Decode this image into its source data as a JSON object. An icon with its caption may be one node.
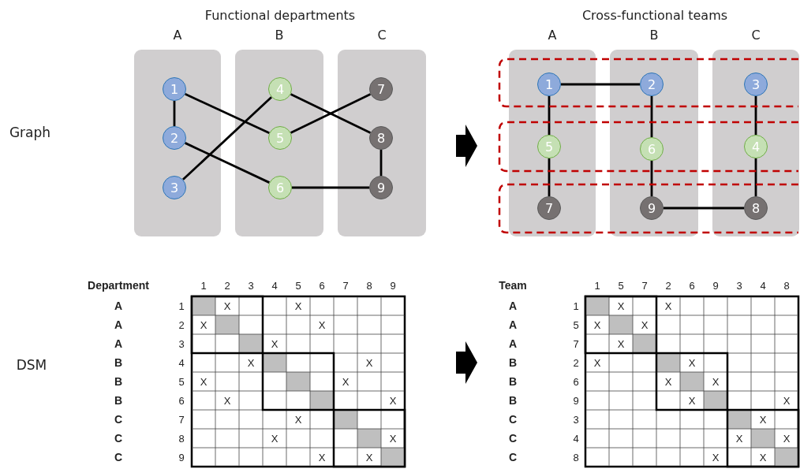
{
  "diagram": {
    "nodes": [
      {
        "text": [
          "A"
        ]
      },
      {
        "text": [
          "1"
        ],
        "in": 0
      },
      {
        "text": [
          "2"
        ],
        "in": 0
      },
      {
        "text": [
          "3"
        ],
        "in": 0
      },
      {
        "text": [
          "B"
        ]
      },
      {
        "text": [
          "4"
        ],
        "in": 4
      },
      {
        "text": [
          "5"
        ],
        "in": 4
      },
      {
        "text": [
          "6"
        ],
        "in": 4
      },
      {
        "text": [
          "C"
        ]
      },
      {
        "text": [
          "7"
        ],
        "in": 8
      },
      {
        "text": [
          "8"
        ],
        "in": 8
      },
      {
        "text": [
          "9"
        ],
        "in": 8
      },
      {
        "text": [
          "A"
        ]
      },
      {
        "text": [
          "1"
        ],
        "in": 12
      },
      {
        "text": [
          "5"
        ],
        "in": 12
      },
      {
        "text": [
          "7"
        ],
        "in": 12
      },
      {
        "text": [
          "B"
        ]
      },
      {
        "text": [
          "2"
        ],
        "in": 16
      },
      {
        "text": [
          "6"
        ],
        "in": 16
      },
      {
        "text": [
          "9"
        ],
        "in": 16
      },
      {
        "text": [
          "C"
        ]
      },
      {
        "text": [
          "3"
        ],
        "in": 20
      },
      {
        "text": [
          "4"
        ],
        "in": 20
      },
      {
        "text": [
          "8"
        ],
        "in": 20
      }
    ],
    "edges": [
      {
        "from": 1,
        "to": 2,
        "arrow": "none"
      },
      {
        "from": 1,
        "to": 6,
        "arrow": "none"
      },
      {
        "from": 2,
        "to": 7,
        "arrow": "none"
      },
      {
        "from": 3,
        "to": 5,
        "arrow": "none"
      },
      {
        "from": 5,
        "to": 10,
        "arrow": "none"
      },
      {
        "from": 6,
        "to": 9,
        "arrow": "none"
      },
      {
        "from": 7,
        "to": 11,
        "arrow": "none"
      },
      {
        "from": 10,
        "to": 11,
        "arrow": "none"
      },
      {
        "from": 13,
        "to": 17,
        "arrow": "none"
      },
      {
        "from": 13,
        "to": 14,
        "arrow": "none"
      },
      {
        "from": 14,
        "to": 15,
        "arrow": "none"
      },
      {
        "from": 17,
        "to": 18,
        "arrow": "none"
      },
      {
        "from": 18,
        "to": 19,
        "arrow": "none"
      },
      {
        "from": 19,
        "to": 23,
        "arrow": "none"
      },
      {
        "from": 21,
        "to": 22,
        "arrow": "none"
      },
      {
        "from": 22,
        "to": 23,
        "arrow": "none"
      }
    ],
    "labels": [
      "Functional departments",
      "Cross-functional teams",
      "Graph",
      "DSM",
      "Department",
      "1",
      "2",
      "3",
      "4",
      "5",
      "6",
      "7",
      "8",
      "9",
      "A",
      "1",
      "X",
      "X",
      "A",
      "2",
      "X",
      "X",
      "A",
      "3",
      "X",
      "B",
      "4",
      "X",
      "X",
      "B",
      "5",
      "X",
      "X",
      "B",
      "6",
      "X",
      "X",
      "C",
      "7",
      "X",
      "C",
      "8",
      "X",
      "X",
      "C",
      "9",
      "X",
      "X",
      "Team",
      "1",
      "5",
      "7",
      "2",
      "6",
      "9",
      "3",
      "4",
      "8",
      "A",
      "1",
      "X",
      "X",
      "A",
      "5",
      "X",
      "X",
      "A",
      "7",
      "X",
      "B",
      "2",
      "X",
      "X",
      "B",
      "6",
      "X",
      "X",
      "B",
      "9",
      "X",
      "X",
      "C",
      "3",
      "X",
      "C",
      "4",
      "X",
      "X",
      "C",
      "8",
      "X",
      "X"
    ]
  }
}
